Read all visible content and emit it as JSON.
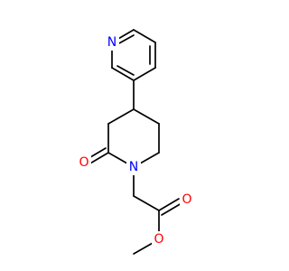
{
  "molecule": {
    "atoms": {
      "pyridine_n": "N",
      "lactam_n": "N",
      "carbonyl_o": "O",
      "ester_carbonyl_o": "O",
      "ester_ether_o": "O"
    },
    "colors": {
      "nitrogen": "#0000ff",
      "oxygen": "#ff0000",
      "bond": "#000000",
      "background": "#ffffff"
    }
  }
}
